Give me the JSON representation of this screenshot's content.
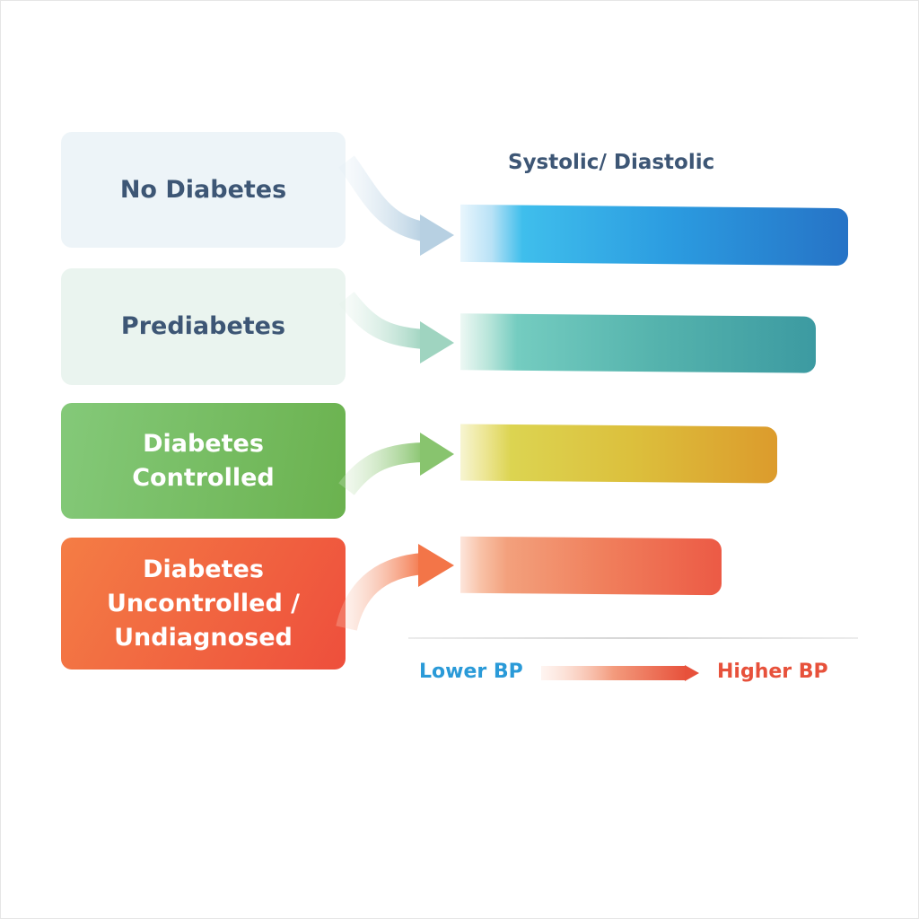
{
  "bar_header": "Systolic/ Diastolic",
  "categories": [
    {
      "lines": [
        "No Diabetes"
      ],
      "color": "#edf4f8"
    },
    {
      "lines": [
        "Prediabetes"
      ],
      "color": "#eaf4ef"
    },
    {
      "lines": [
        "Diabetes",
        "Controlled"
      ],
      "color": "#6bb24f"
    },
    {
      "lines": [
        "Diabetes",
        "Uncontrolled /",
        "Undiagnosed"
      ],
      "color": "#ee4f3c"
    }
  ],
  "legend": {
    "low_label": "Lower BP",
    "high_label": "Higher BP",
    "low_color": "#2a9ad8",
    "high_color": "#e7513b"
  }
}
